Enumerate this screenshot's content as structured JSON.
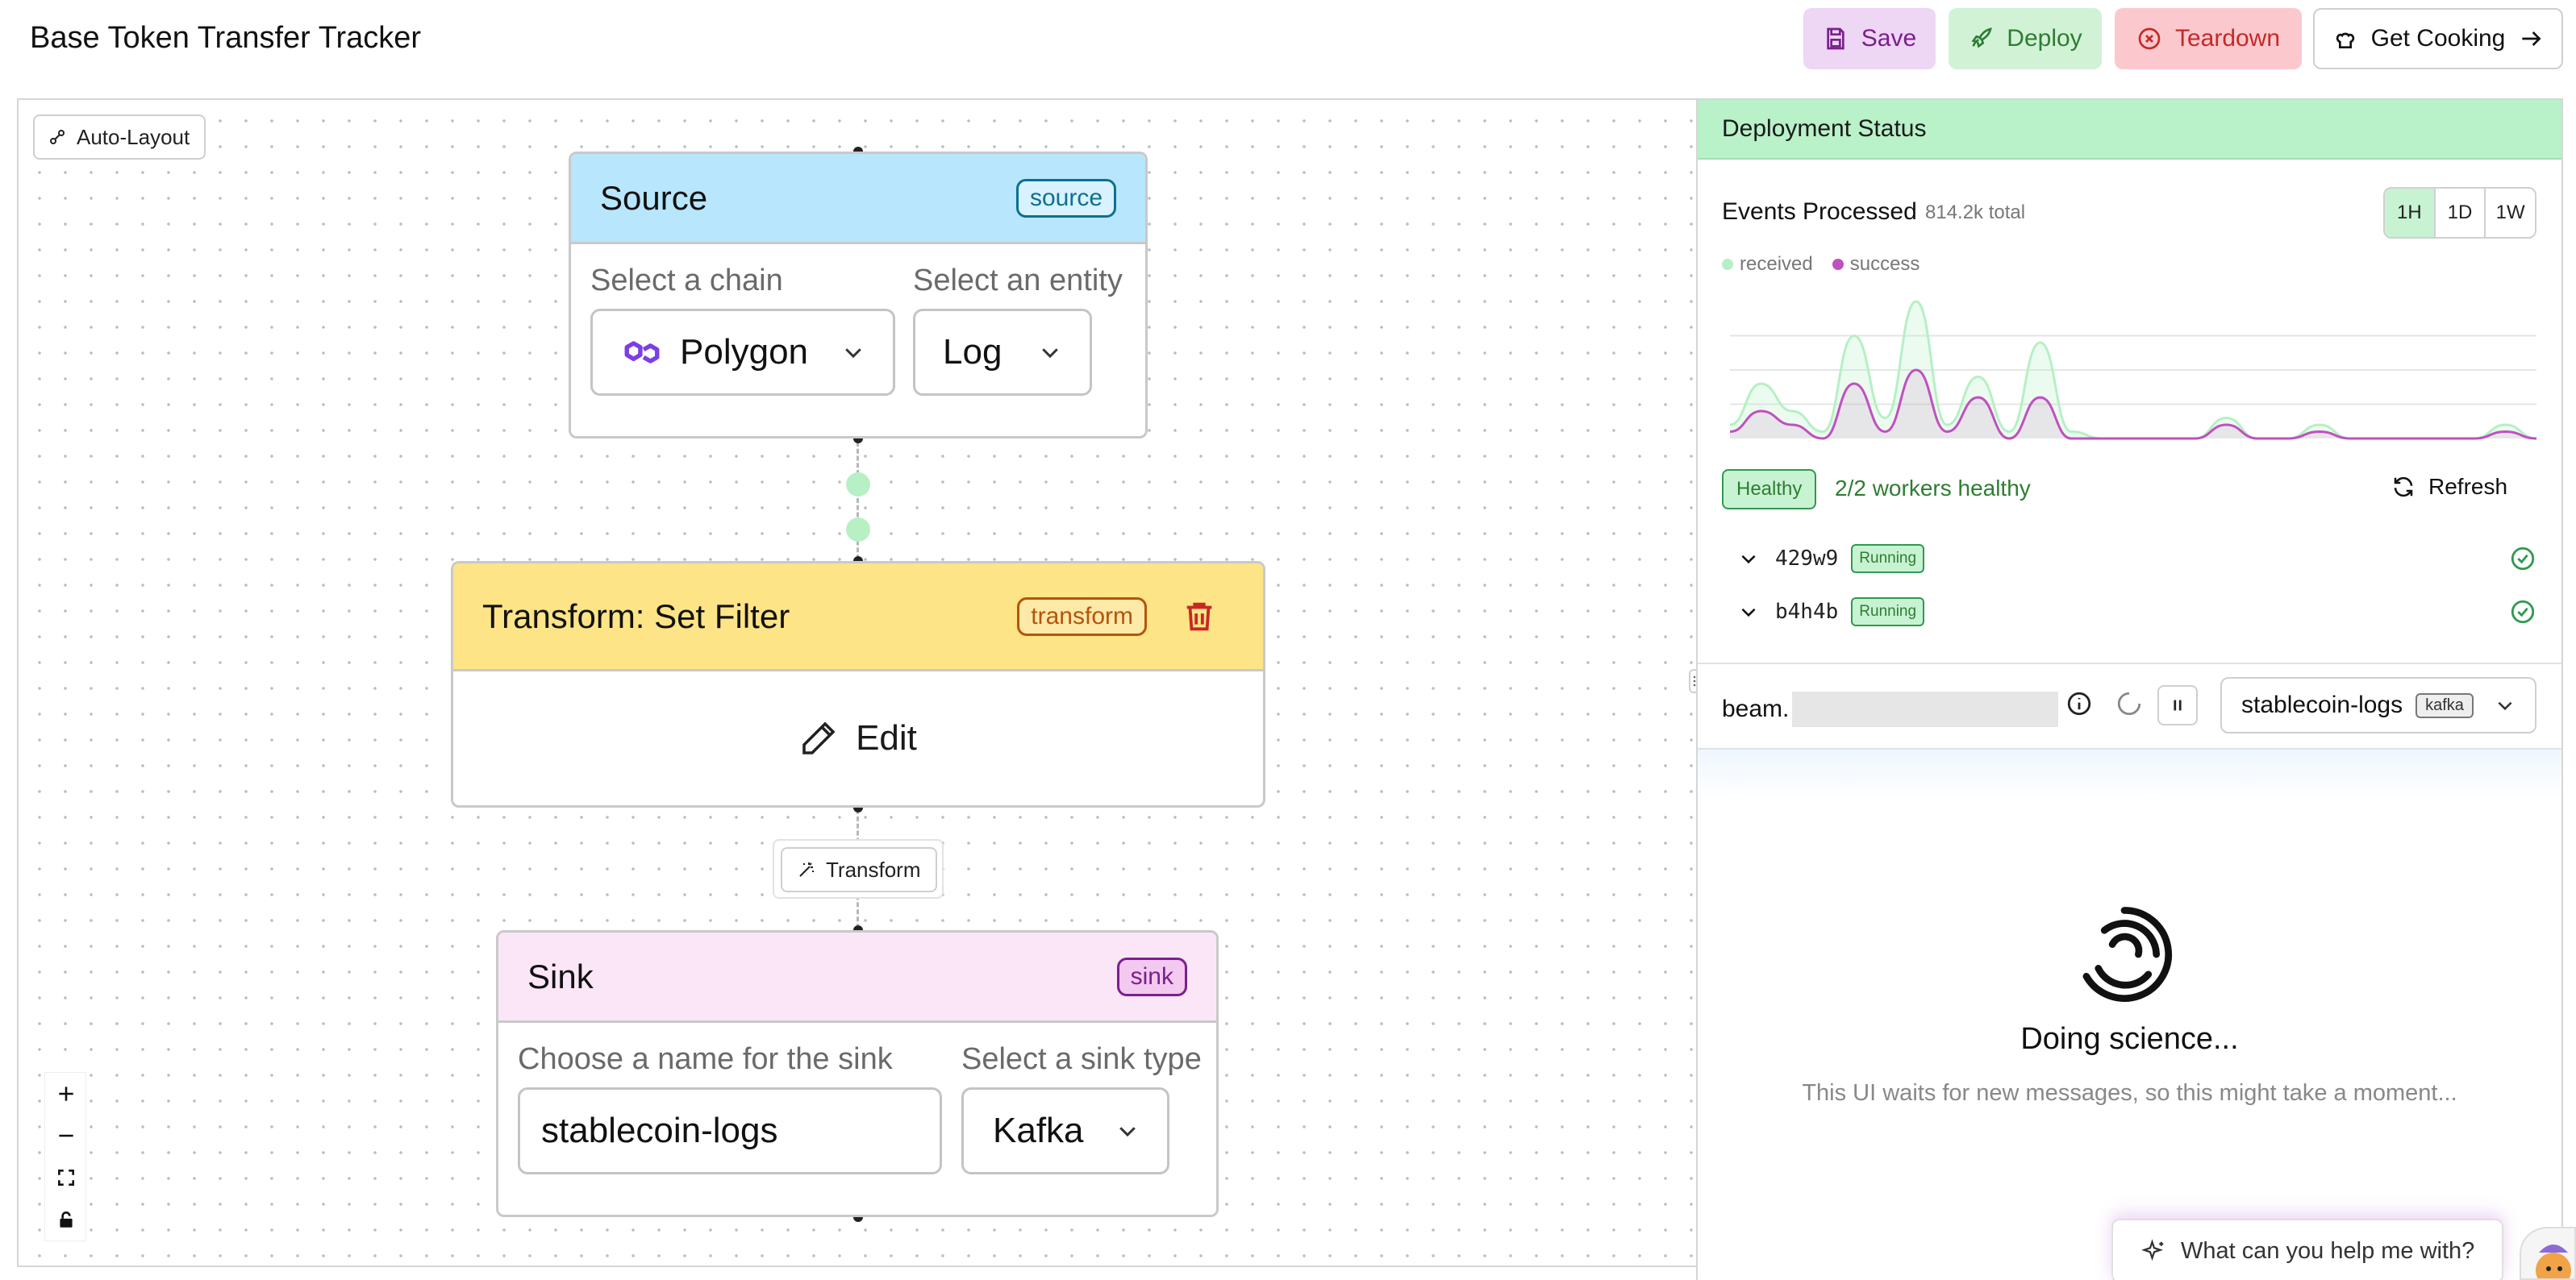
{
  "header": {
    "title": "Base Token Transfer Tracker",
    "save_label": "Save",
    "deploy_label": "Deploy",
    "teardown_label": "Teardown",
    "cook_label": "Get Cooking"
  },
  "canvas": {
    "auto_layout_label": "Auto-Layout",
    "source": {
      "title": "Source",
      "tag": "source",
      "chain_label": "Select a chain",
      "chain_value": "Polygon",
      "entity_label": "Select an entity",
      "entity_value": "Log"
    },
    "transform": {
      "title_prefix": "Transform: ",
      "title_name": "Set Filter",
      "tag": "transform",
      "edit_label": "Edit"
    },
    "add_transform_label": "Transform",
    "sink": {
      "title": "Sink",
      "tag": "sink",
      "name_label": "Choose a name for the sink",
      "name_value": "stablecoin-logs",
      "type_label": "Select a sink type",
      "type_value": "Kafka"
    }
  },
  "panel": {
    "title": "Deployment Status",
    "events_title": "Events Processed",
    "events_total": "814.2k total",
    "ranges": [
      "1H",
      "1D",
      "1W"
    ],
    "active_range": "1H",
    "legend": [
      {
        "name": "received",
        "color": "#b5f0c4"
      },
      {
        "name": "success",
        "color": "#c050c0"
      }
    ],
    "health_badge": "Healthy",
    "workers_text": "2/2 workers healthy",
    "refresh_label": "Refresh",
    "workers": [
      {
        "id": "429w9",
        "status": "Running"
      },
      {
        "id": "b4h4b",
        "status": "Running"
      }
    ],
    "topic_prefix": "beam.",
    "topic_select": "stablecoin-logs",
    "topic_badge": "kafka",
    "loading_title": "Doing science...",
    "loading_sub": "This UI waits for new messages, so this might take a moment..."
  },
  "assistant": {
    "placeholder": "What can you help me with?"
  },
  "colors": {
    "source_header": "#b8e6fc",
    "transform_header": "#fde486",
    "sink_header": "#fbe6f7",
    "panel_header": "#b9f1c9",
    "received_line": "#b5f0c4",
    "success_line": "#c050c0"
  },
  "chart_data": {
    "type": "area",
    "series": [
      {
        "name": "received",
        "values": [
          2,
          8,
          4,
          1,
          15,
          3,
          20,
          2,
          9,
          1,
          14,
          1,
          0,
          0,
          0,
          0,
          3,
          0,
          0,
          2,
          0,
          0,
          0,
          0,
          0,
          2,
          0
        ]
      },
      {
        "name": "success",
        "values": [
          1,
          4,
          2,
          0,
          8,
          1,
          10,
          1,
          6,
          0,
          6,
          0,
          0,
          0,
          0,
          0,
          2,
          0,
          0,
          1,
          0,
          0,
          0,
          0,
          0,
          1,
          0
        ]
      }
    ],
    "ylim": [
      0,
      20
    ],
    "grid": true
  }
}
